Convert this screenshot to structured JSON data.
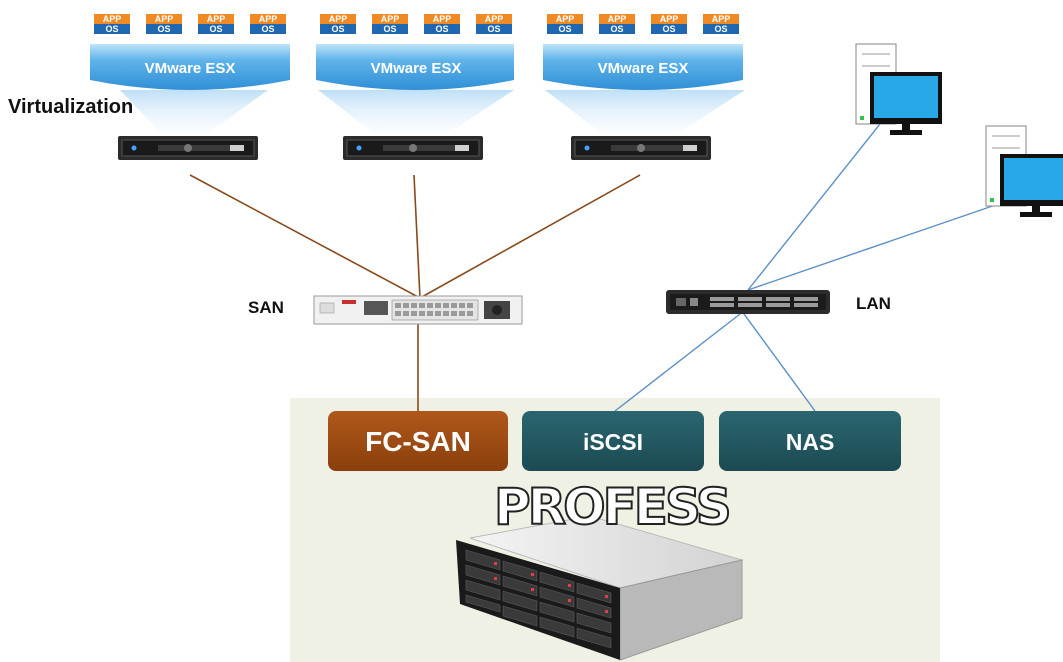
{
  "labels": {
    "virtualization": "Virtualization",
    "san": "SAN",
    "lan": "LAN"
  },
  "hosts": [
    {
      "hypervisor": "VMware ESX",
      "vms": [
        {
          "app": "APP",
          "os": "OS"
        },
        {
          "app": "APP",
          "os": "OS"
        },
        {
          "app": "APP",
          "os": "OS"
        },
        {
          "app": "APP",
          "os": "OS"
        }
      ]
    },
    {
      "hypervisor": "VMware ESX",
      "vms": [
        {
          "app": "APP",
          "os": "OS"
        },
        {
          "app": "APP",
          "os": "OS"
        },
        {
          "app": "APP",
          "os": "OS"
        },
        {
          "app": "APP",
          "os": "OS"
        }
      ]
    },
    {
      "hypervisor": "VMware ESX",
      "vms": [
        {
          "app": "APP",
          "os": "OS"
        },
        {
          "app": "APP",
          "os": "OS"
        },
        {
          "app": "APP",
          "os": "OS"
        },
        {
          "app": "APP",
          "os": "OS"
        }
      ]
    }
  ],
  "storage": {
    "protocols": [
      "FC-SAN",
      "iSCSI",
      "NAS"
    ],
    "brand": "PROFESS"
  },
  "colors": {
    "san_link": "#8a4a1c",
    "lan_link": "#5b8fc7",
    "fc_san": "#9a4a10",
    "iscsi_nas": "#215661",
    "storage_bg": "#eef1e4",
    "esx_blue": "#3a9be0",
    "monitor": "#29a8e8"
  },
  "icons": [
    "server-icon",
    "fc-switch-icon",
    "ethernet-switch-icon",
    "workstation-icon",
    "storage-array-icon"
  ]
}
